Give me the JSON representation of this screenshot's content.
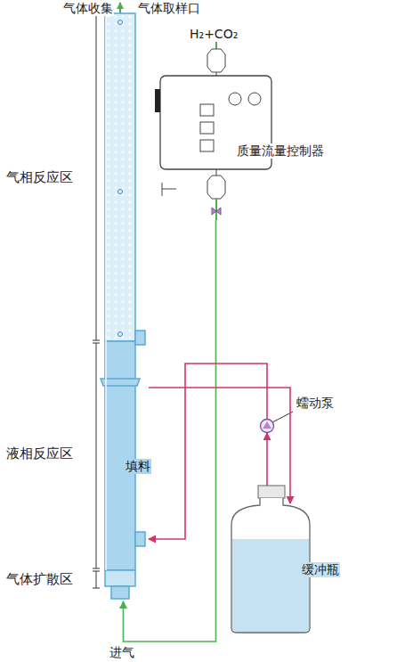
{
  "diagram": {
    "nodes": [
      {
        "text": [
          "填料"
        ]
      },
      {
        "text": [
          "质量流量控制器"
        ]
      },
      {
        "text": [
          "蠕动泵"
        ]
      },
      {
        "text": [
          "缓冲瓶"
        ]
      }
    ],
    "edges": [
      {
        "from": 1,
        "to": 0,
        "arrow": "to",
        "label": "进气"
      },
      {
        "from": 3,
        "to": 2,
        "arrow": "to"
      },
      {
        "from": 2,
        "to": 0,
        "arrow": "to"
      },
      {
        "from": 0,
        "to": 3,
        "arrow": "to"
      }
    ],
    "labels": [
      "气体收集",
      "气体取样口",
      "H₂+CO₂",
      "气相反应区",
      "液相反应区",
      "气体扩散区"
    ]
  }
}
